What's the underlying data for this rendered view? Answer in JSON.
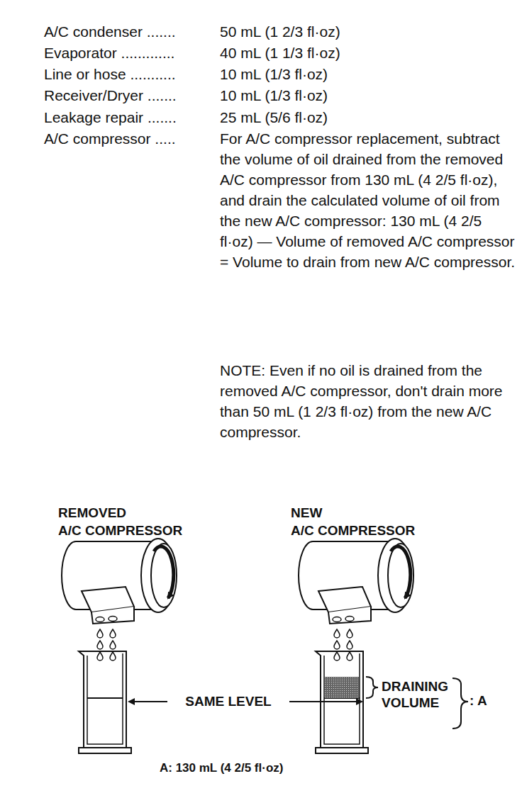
{
  "diagram": {
    "labels": [
      "A/C condenser .......",
      "50 mL (1 2/3 fl·oz)",
      "Evaporator .............",
      "40 mL (1 1/3 fl·oz)",
      "Line or hose ...........",
      "10 mL (1/3 fl·oz)",
      "Receiver/Dryer .......",
      "10 mL (1/3 fl·oz)",
      "Leakage repair .......",
      "25 mL (5/6 fl·oz)",
      "A/C compressor .....",
      "For A/C compressor replacement, subtract the volume of oil drained from the removed A/C compressor from 130 mL (4 2/5 fl·oz), and drain the calculated volume of oil from the new A/C compressor: 130 mL (4 2/5 fl·oz) — Volume of removed A/C compressor = Volume to drain from new A/C compressor.",
      "NOTE: Even if no oil is drained from the removed A/C compressor, don't drain more than 50 mL (1 2/3 fl·oz) from the new A/C compressor.",
      "REMOVED A/C COMPRESSOR",
      "NEW A/C COMPRESSOR",
      "SAME LEVEL",
      "DRAINING VOLUME",
      ": A",
      "A: 130 mL (4 2/5 fl·oz)"
    ]
  }
}
